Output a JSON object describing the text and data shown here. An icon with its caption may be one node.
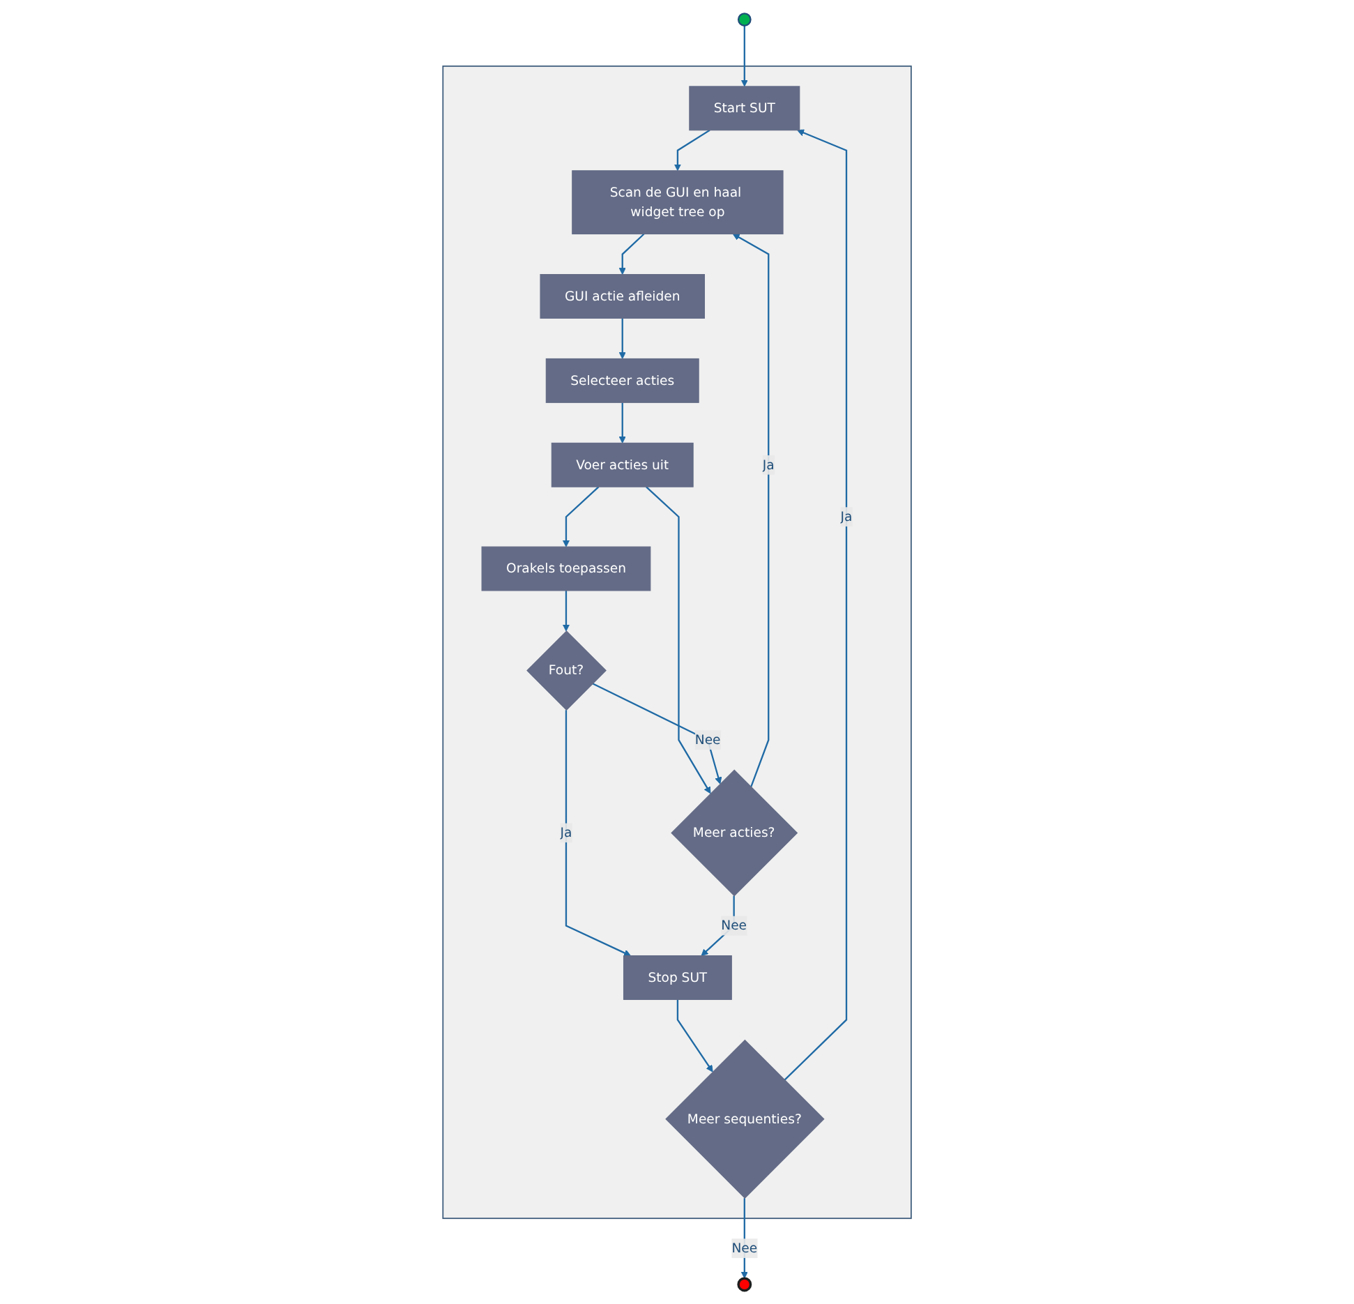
{
  "diagram": {
    "nodes": [
      {
        "text": [],
        "shape": "circle"
      },
      {
        "text": [],
        "shape": "box"
      },
      {
        "text": [
          "Start SUT"
        ],
        "in": 1
      },
      {
        "text": [
          "Scan de GUI en haal widget tree op"
        ],
        "in": 1
      },
      {
        "text": [
          "GUI actie afleiden"
        ],
        "in": 1
      },
      {
        "text": [
          "Meer sequenties?"
        ],
        "in": 1
      },
      {
        "text": [
          "Meer acties?"
        ],
        "in": 1
      },
      {
        "text": [
          "Selecteer acties"
        ],
        "in": 1
      },
      {
        "text": [
          "Voer acties uit"
        ],
        "in": 1
      },
      {
        "text": [
          "Stop SUT"
        ],
        "in": 1
      },
      {
        "text": [
          "Fout?"
        ],
        "in": 1
      },
      {
        "text": [
          "Orakels toepassen"
        ],
        "in": 1
      },
      {
        "text": [],
        "shape": "circle"
      }
    ],
    "edges": [
      {
        "from": 0,
        "to": 2,
        "arrow": "to"
      },
      {
        "from": 2,
        "to": 3,
        "arrow": "to"
      },
      {
        "from": 3,
        "to": 4,
        "arrow": "to"
      },
      {
        "from": 4,
        "to": 7,
        "arrow": "to"
      },
      {
        "from": 7,
        "to": 8,
        "arrow": "to"
      },
      {
        "from": 8,
        "to": 6,
        "arrow": "to"
      },
      {
        "from": 8,
        "to": 11,
        "arrow": "to"
      },
      {
        "from": 11,
        "to": 10,
        "arrow": "to"
      },
      {
        "from": 10,
        "to": 6,
        "label": "Nee",
        "arrow": "to"
      },
      {
        "from": 10,
        "to": 9,
        "label": "Ja",
        "arrow": "to"
      },
      {
        "from": 6,
        "to": 3,
        "label": "Ja",
        "arrow": "to"
      },
      {
        "from": 6,
        "to": 9,
        "label": "Nee",
        "arrow": "to"
      },
      {
        "from": 9,
        "to": 5,
        "arrow": "to"
      },
      {
        "from": 5,
        "to": 2,
        "label": "Ja",
        "arrow": "to"
      },
      {
        "from": 5,
        "to": 12,
        "label": "Nee",
        "arrow": "to"
      }
    ]
  }
}
